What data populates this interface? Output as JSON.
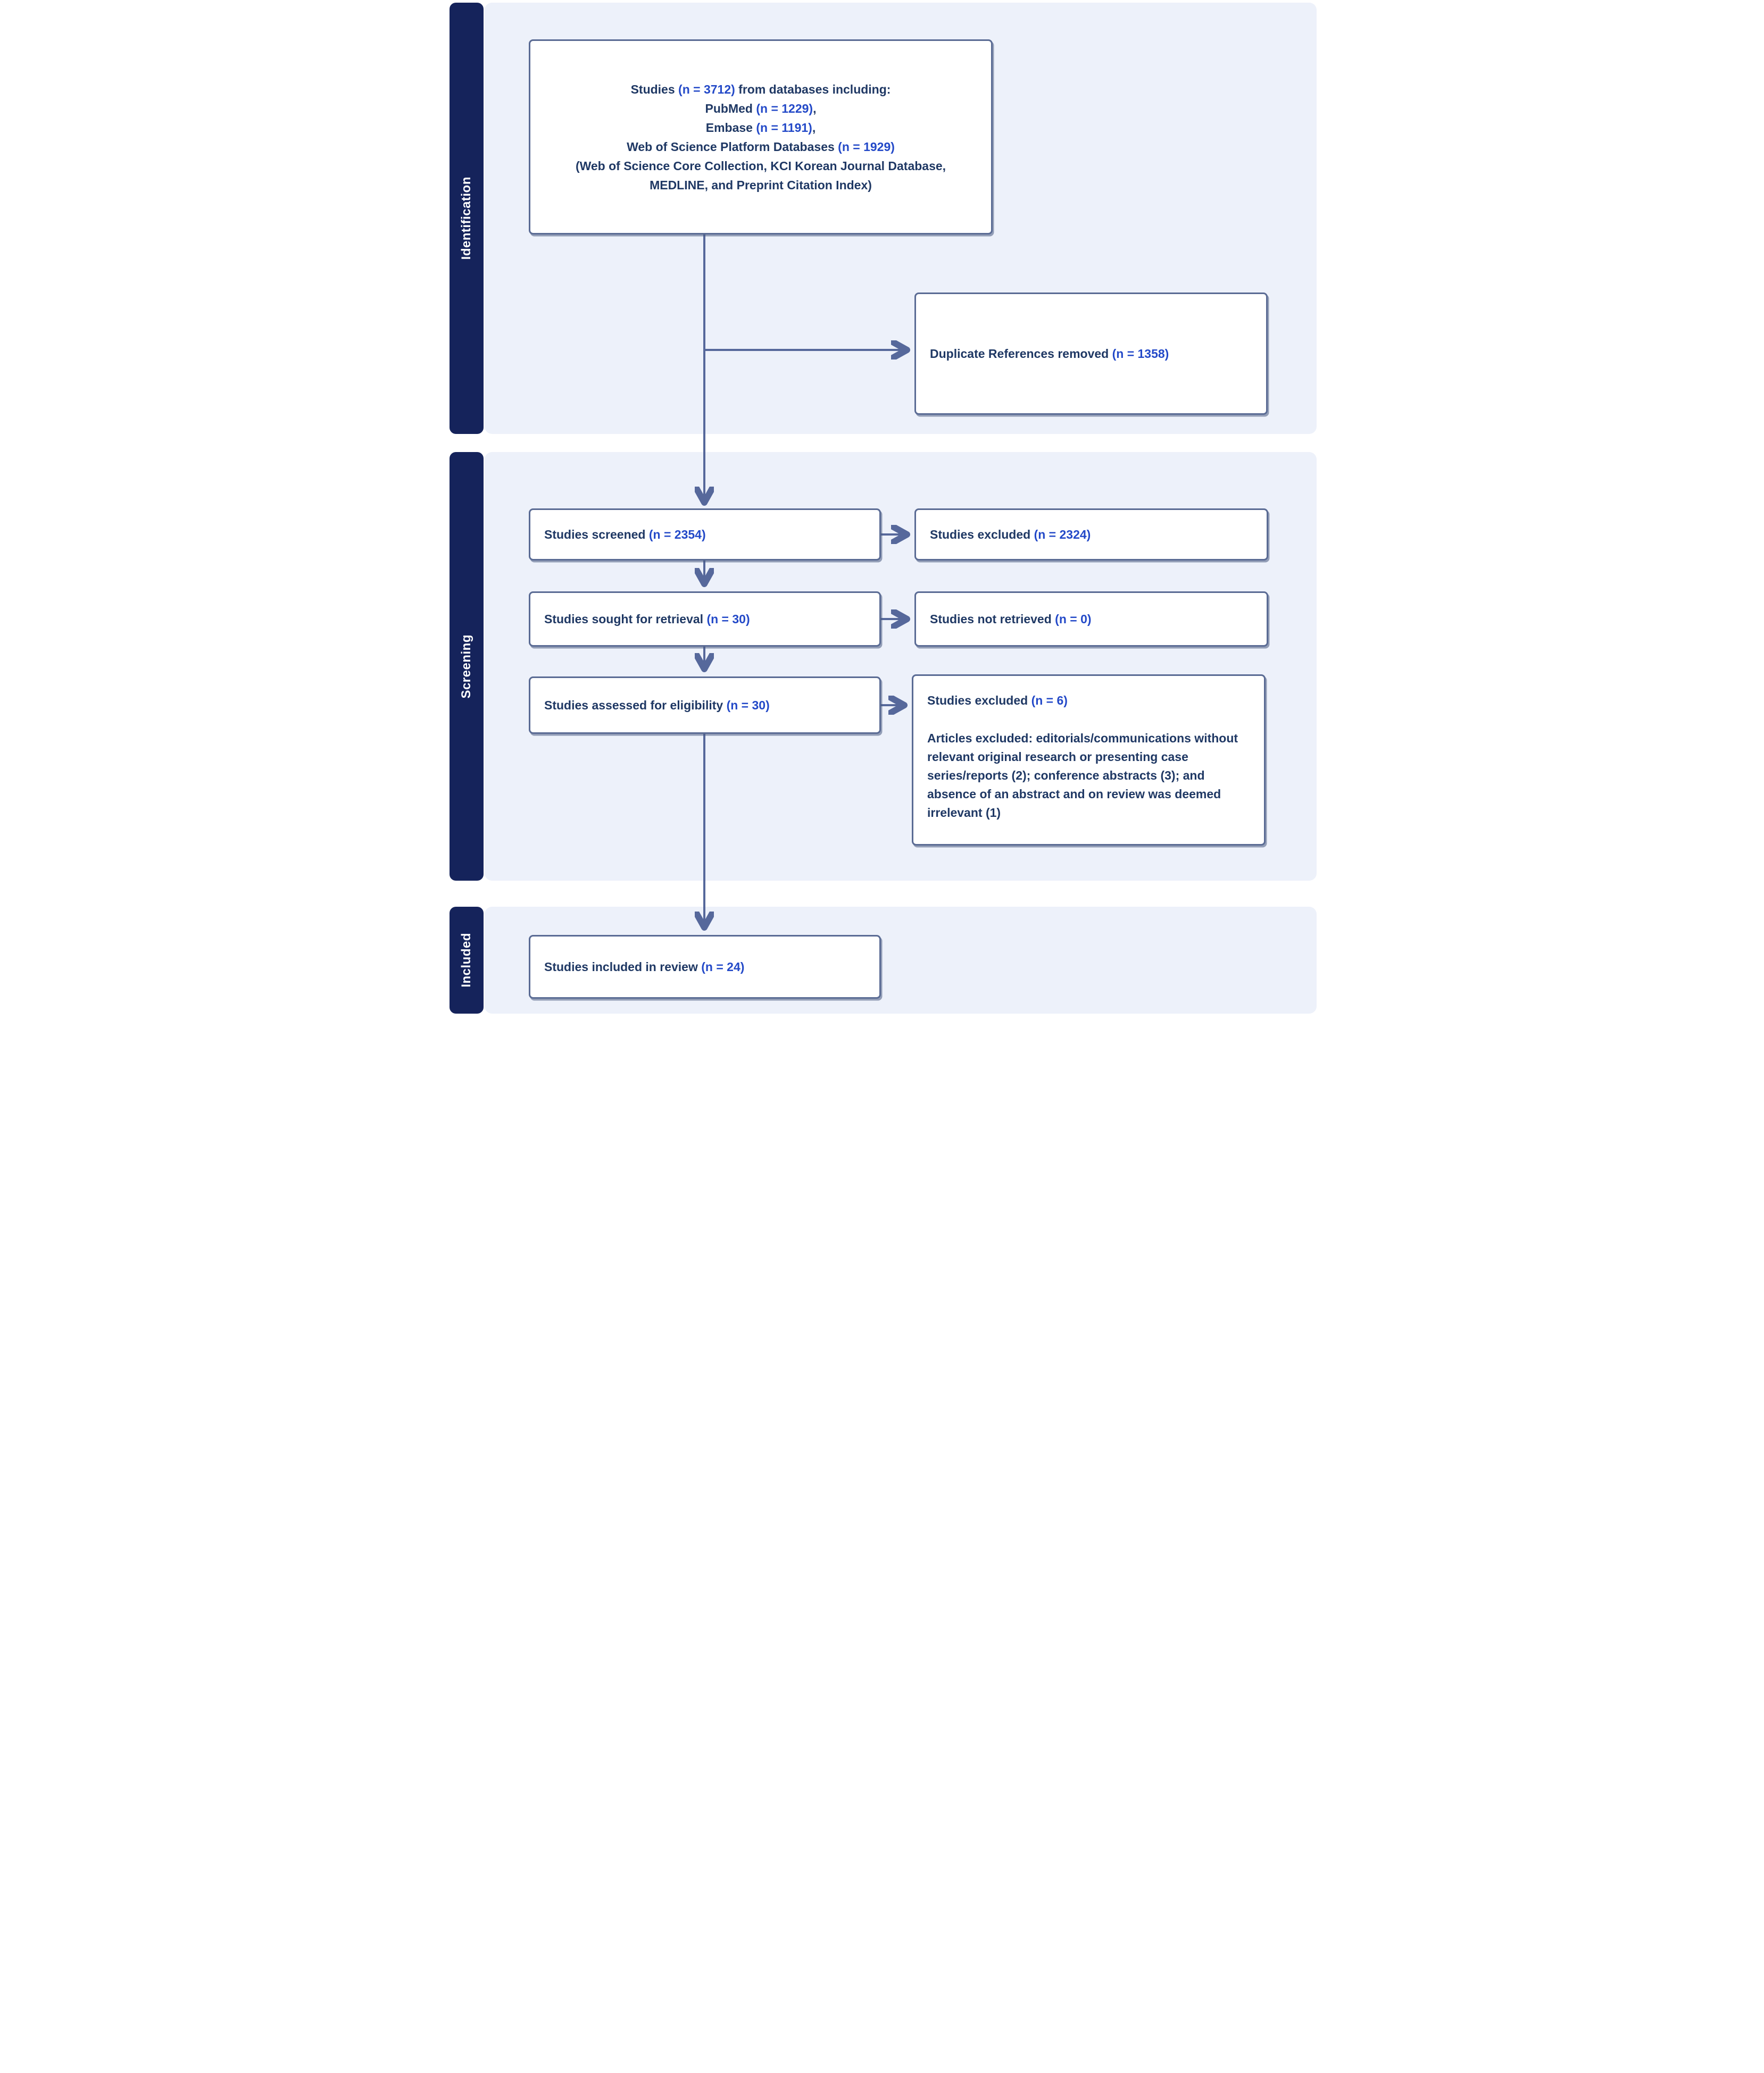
{
  "colors": {
    "bar_navy": "#15235B",
    "panel_blue": "#EDF1FA",
    "border_slate": "#5A6B94",
    "text_navy": "#1F3864",
    "accent_blue": "#2349C8"
  },
  "sidebar": {
    "identification_label": "Identification",
    "screening_label": "Screening",
    "included_label": "Included"
  },
  "boxes": {
    "databases": {
      "lines": [
        {
          "pre": "Studies ",
          "n": "(n = 3712)",
          "post": " from databases including:"
        },
        {
          "pre": "PubMed ",
          "n": "(n = 1229)",
          "post": ","
        },
        {
          "pre": "Embase ",
          "n": "(n = 1191)",
          "post": ","
        },
        {
          "pre": "Web of Science Platform Databases ",
          "n": "(n = 1929)",
          "post": ""
        },
        {
          "pre": "(Web of Science Core Collection, KCI Korean Journal Database,",
          "n": "",
          "post": ""
        },
        {
          "pre": "MEDLINE, and Preprint Citation Index)",
          "n": "",
          "post": ""
        }
      ]
    },
    "duplicates_removed": {
      "pre": "Duplicate References removed ",
      "n": "(n = 1358)"
    },
    "screened": {
      "pre": "Studies screened ",
      "n": "(n = 2354)"
    },
    "excluded_screening": {
      "pre": "Studies excluded ",
      "n": "(n = 2324)"
    },
    "sought": {
      "pre": "Studies sought for retrieval ",
      "n": "(n = 30)"
    },
    "not_retrieved": {
      "pre": "Studies not retrieved ",
      "n": "(n = 0)"
    },
    "assessed": {
      "pre": "Studies assessed for eligibility ",
      "n": "(n = 30)"
    },
    "excluded_eligibility": {
      "heading_pre": "Studies excluded ",
      "heading_n": "(n = 6)",
      "body": "Articles excluded: editorials/communications without relevant original research or presenting case series/reports (2); conference abstracts (3); and absence of an abstract and on review was deemed irrelevant (1)"
    },
    "included_review": {
      "pre": "Studies included in review ",
      "n": "(n = 24)"
    }
  }
}
